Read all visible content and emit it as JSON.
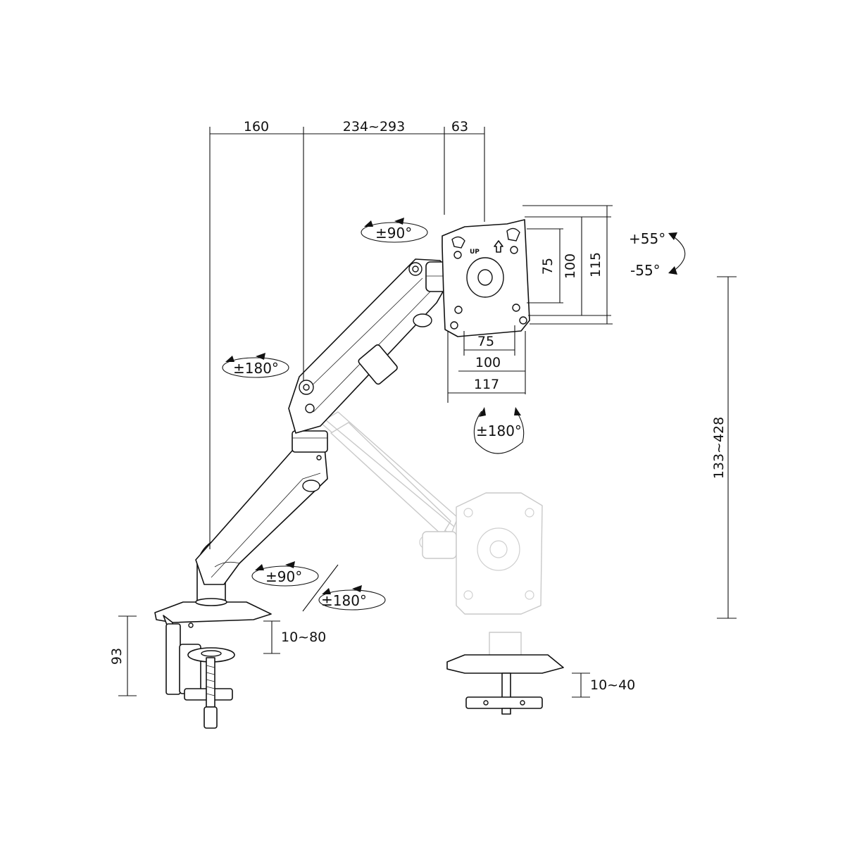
{
  "dimensions": {
    "reach_pole_to_elbow": "160",
    "reach_upper_arm": "234~293",
    "reach_head": "63",
    "height_range": "133~428",
    "clamp_height": "93",
    "clamp_desk_thickness": "10~80",
    "grommet_desk_thickness": "10~40"
  },
  "vesa_plate": {
    "up_label": "UP",
    "height_75": "75",
    "height_100": "100",
    "height_115": "115",
    "width_75": "75",
    "width_100": "100",
    "width_117": "117"
  },
  "angles": {
    "head_rotation": "±90°",
    "elbow_rotation": "±180°",
    "plate_rotation": "±180°",
    "tilt_up": "+55°",
    "tilt_down": "-55°",
    "lower_arm_rotation": "±90°",
    "base_rotation": "±180°"
  },
  "icons": [
    "up-arrow-icon"
  ],
  "colors": {
    "line": "#111111",
    "ghost": "#c9c9c9",
    "background": "#ffffff"
  }
}
